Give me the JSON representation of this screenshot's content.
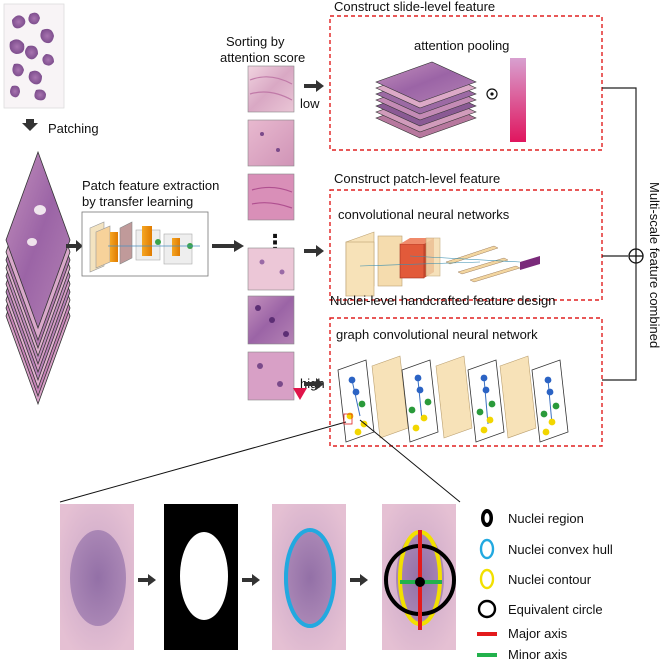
{
  "labels": {
    "patching": "Patching",
    "patch_feature_line1": "Patch feature extraction",
    "patch_feature_line2": "by transfer learning",
    "sorting_line1": "Sorting by",
    "sorting_line2": "attention score",
    "low": "low",
    "high": "high",
    "ellipsis": "⋮",
    "multi_scale": "Multi-scale feature combined"
  },
  "boxes": {
    "slide_title": "Construct slide-level feature",
    "slide_sub": "attention  pooling",
    "patch_title": "Construct patch-level  feature",
    "patch_sub": "convolutional neural networks",
    "nuclei_title": "Nuclei-level  handcrafted feature design",
    "nuclei_sub": "graph convolutional neural network"
  },
  "legend": [
    {
      "label": "Nuclei region",
      "symbol": "nucleus-region-icon"
    },
    {
      "label": "Nuclei convex hull",
      "symbol": "convex-hull-icon"
    },
    {
      "label": "Nuclei contour",
      "symbol": "contour-icon"
    },
    {
      "label": "Equivalent circle",
      "symbol": "circle-icon"
    },
    {
      "label": "Major axis",
      "symbol": "major-axis-icon"
    },
    {
      "label": "Minor axis",
      "symbol": "minor-axis-icon"
    }
  ],
  "colors": {
    "dashed_border": "#e02020",
    "stain_dark": "#8a4f92",
    "stain_light": "#e7c0d2",
    "convex_hull": "#22a9e0",
    "contour": "#f2e000",
    "major_axis": "#e31a1c",
    "minor_axis": "#22b14c",
    "attention_top": "#d8a0d0",
    "attention_bottom": "#e0155e"
  }
}
